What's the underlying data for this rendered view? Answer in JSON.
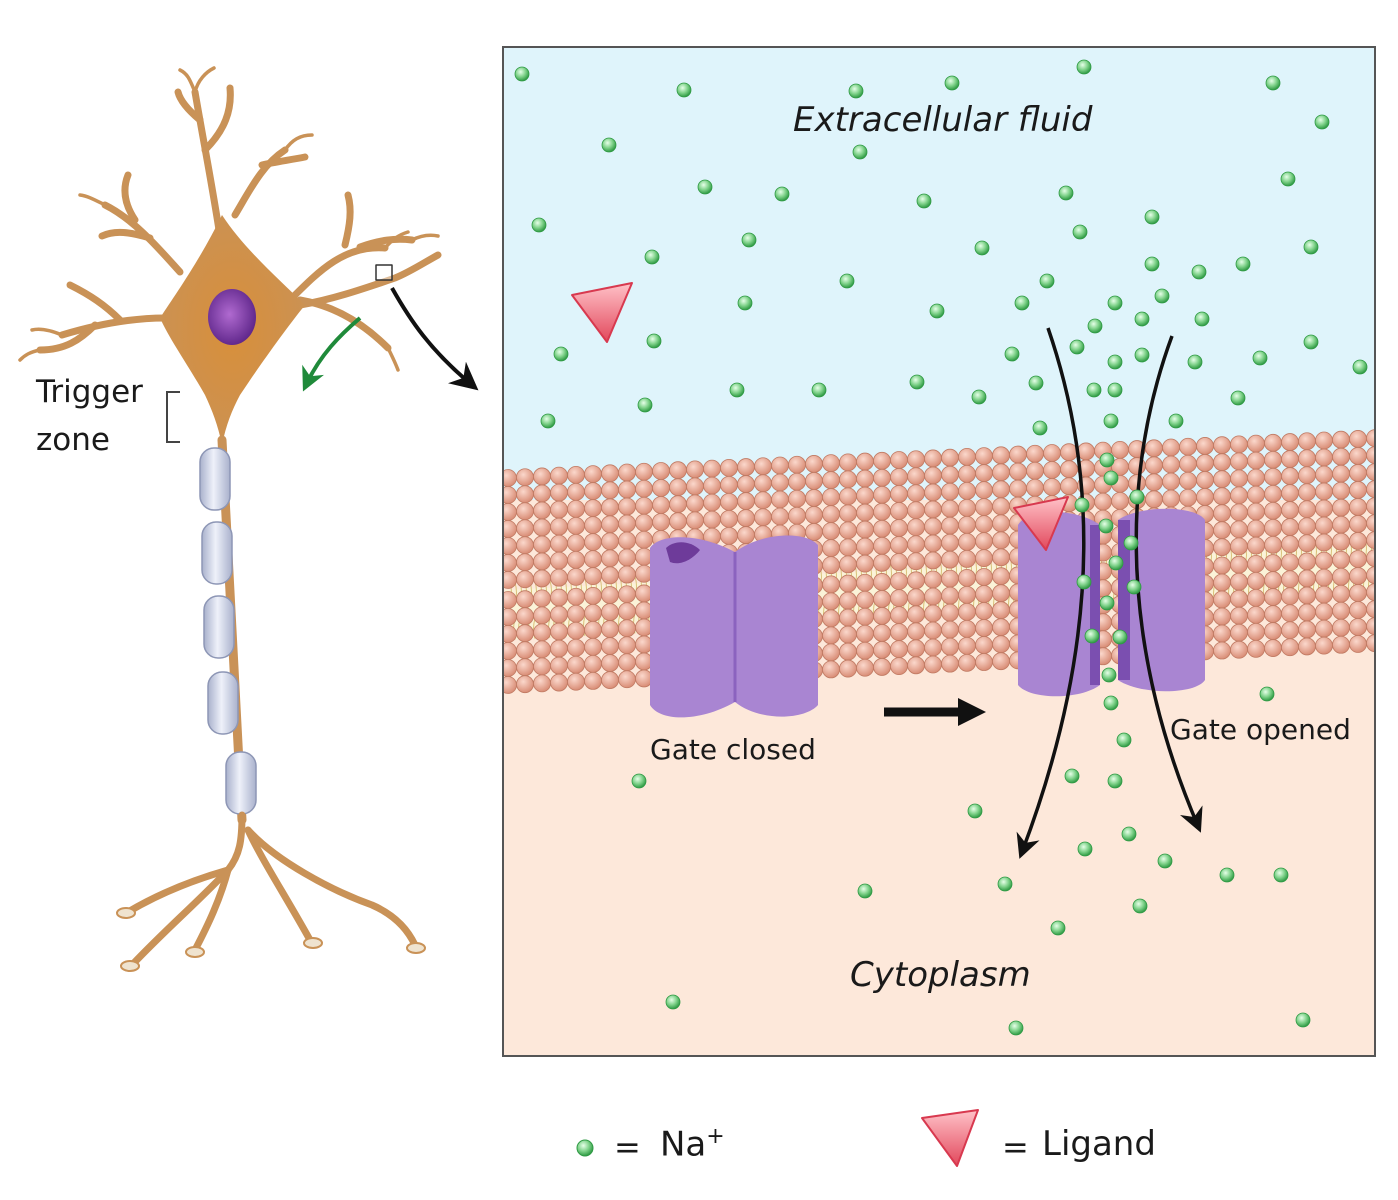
{
  "neuron": {
    "trigger_zone_line1": "Trigger",
    "trigger_zone_line2": "zone"
  },
  "panel": {
    "extracellular_label": "Extracellular fluid",
    "cytoplasm_label": "Cytoplasm",
    "gate_closed_label": "Gate closed",
    "gate_opened_label": "Gate opened"
  },
  "legend": {
    "na_equals": "=",
    "na_label": "Na",
    "na_charge": "+",
    "ligand_equals": "=",
    "ligand_label": "Ligand"
  },
  "colors": {
    "extracellular": "#dff4fb",
    "cytoplasm": "#fde8da",
    "lipid_head": "#f2b3a2",
    "lipid_tail": "#e8d9a6",
    "channel": "#a985d2",
    "channel_dark": "#7b4fb0",
    "sodium": "#7fd28a",
    "ligand": "#f27f8a",
    "neuron": "#d39a58",
    "myelin": "#c9cfe3",
    "arrow_green": "#1f8a3a"
  },
  "icons": [
    "sodium-ion-icon",
    "ligand-icon",
    "arrow-icon"
  ]
}
